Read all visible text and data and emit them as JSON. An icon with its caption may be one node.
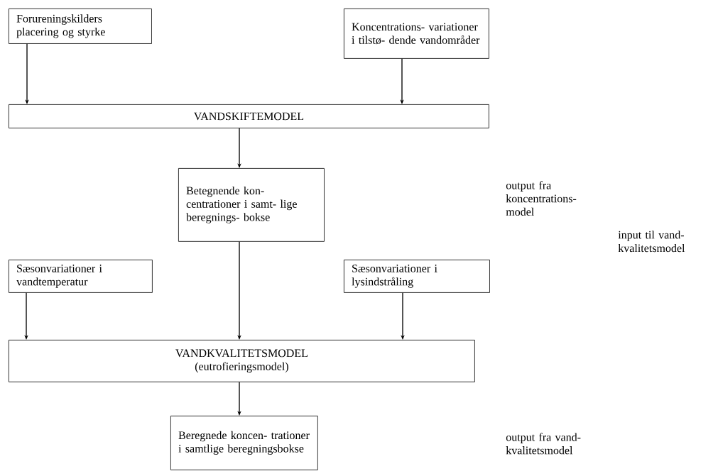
{
  "diagram": {
    "nodes": [
      {
        "text": [
          "Forureningskilders placering og styrke"
        ]
      },
      {
        "text": [
          "Koncentrations- variationer i tilstø- dende vandområder"
        ]
      },
      {
        "text": [
          "VANDSKIFTEMODEL"
        ]
      },
      {
        "text": [
          "Betegnende kon- centrationer i samt- lige beregnings- bokse"
        ]
      },
      {
        "text": [
          "Sæsonvariationer i vandtemperatur"
        ]
      },
      {
        "text": [
          "Sæsonvariationer i lysindstråling"
        ]
      },
      {
        "text": [
          "VANDKVALITETSMODEL",
          "(eutrofieringsmodel)"
        ]
      },
      {
        "text": [
          "Beregnede koncen- trationer i samtlige beregningsbokse"
        ]
      }
    ],
    "edges": [
      {
        "from": 0,
        "to": 2,
        "arrow": "to"
      },
      {
        "from": 1,
        "to": 2,
        "arrow": "to"
      },
      {
        "from": 2,
        "to": 3,
        "arrow": "to"
      },
      {
        "from": 4,
        "to": 6,
        "arrow": "to"
      },
      {
        "from": 3,
        "to": 6,
        "arrow": "to"
      },
      {
        "from": 5,
        "to": 6,
        "arrow": "to"
      },
      {
        "from": 6,
        "to": 7,
        "arrow": "to"
      }
    ],
    "labels": [
      "output fra koncentrations- model",
      "input til vand- kvalitetsmodel",
      "output fra vand- kvalitetsmodel"
    ]
  }
}
